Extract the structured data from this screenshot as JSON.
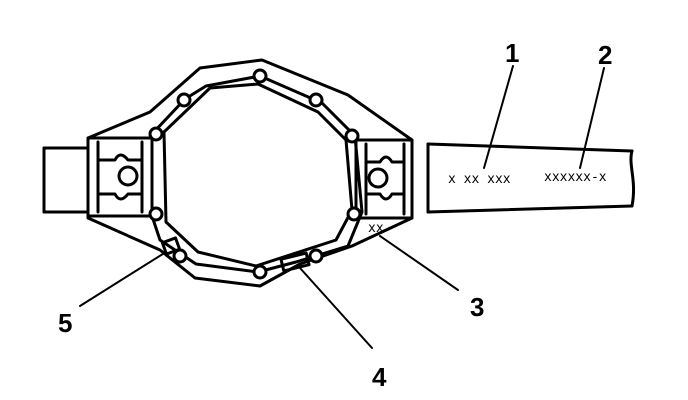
{
  "callouts": {
    "c1": "1",
    "c2": "2",
    "c3": "3",
    "c4": "4",
    "c5": "5"
  },
  "stamps": {
    "code_a": "x xx xxx",
    "code_b": "xxxxxx-x",
    "code_c": "xx"
  }
}
